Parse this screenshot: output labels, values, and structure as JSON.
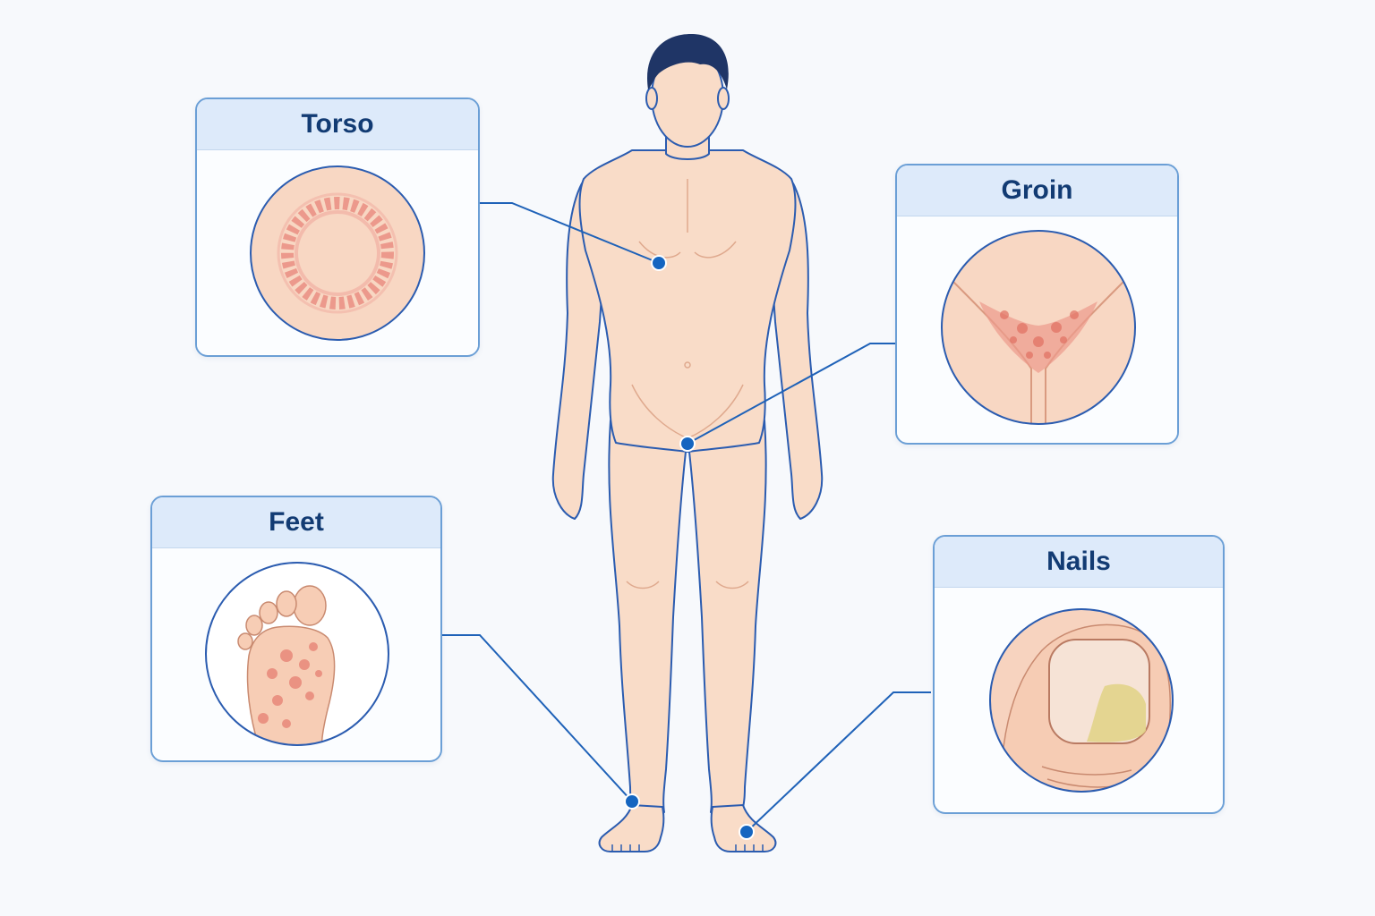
{
  "colors": {
    "background": "#f7f9fc",
    "skin": "#f9dcc8",
    "outline": "#2b5cb0",
    "hair": "#1f3566",
    "marker": "#1565c0",
    "card_border": "#6b9fd6",
    "card_header": "#ddeafa",
    "title_text": "#123b73",
    "rash": "#e8847a",
    "nail_infection": "#e2d38a"
  },
  "callouts": [
    {
      "id": "torso",
      "title": "Torso",
      "icon": "ring-rash-icon"
    },
    {
      "id": "groin",
      "title": "Groin",
      "icon": "groin-rash-icon"
    },
    {
      "id": "feet",
      "title": "Feet",
      "icon": "foot-sole-rash-icon"
    },
    {
      "id": "nails",
      "title": "Nails",
      "icon": "toenail-infection-icon"
    }
  ]
}
